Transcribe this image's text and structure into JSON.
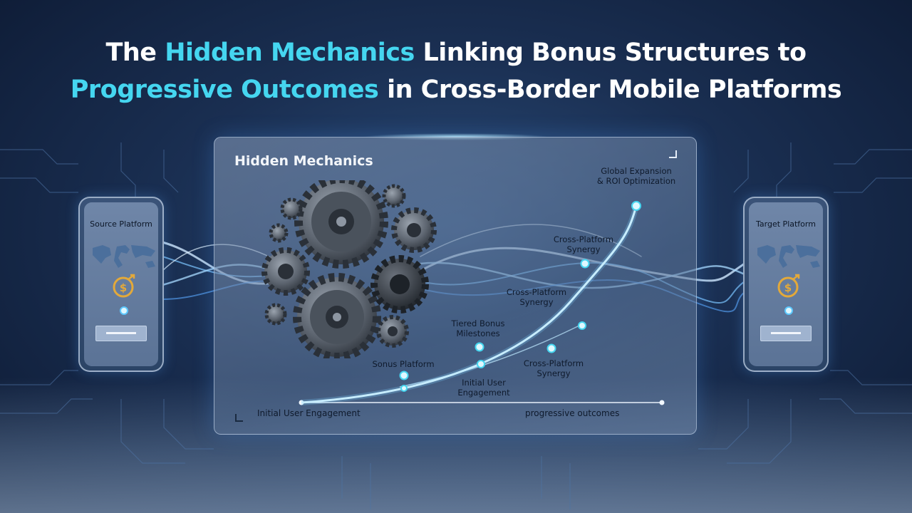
{
  "title": {
    "line1_highlight": "Hidden Mechanics",
    "line1_rest": "The",
    "line1_tail": "Linking Bonus Structures to",
    "line2_highlight": "Progressive Outcomes",
    "line2_tail": "in Cross-Border Mobile Platforms"
  },
  "panel": {
    "title": "Hidden Mechanics",
    "labels": {
      "global": "Global Expansion & ROI Optimization",
      "synergy_top": "Cross-Platform Synergy",
      "synergy_mid": "Cross-Platform Synergy",
      "tiered": "Tiered Bonus Milestones",
      "sonus": "Sonus Platform",
      "initial": "Initial User Engagement",
      "synergy_low": "Cross-Platform Synergy"
    },
    "axis_left": "Initial User Engagement",
    "axis_right": "progressive outcomes"
  },
  "phones": {
    "source": "Source Platform",
    "target": "Target Platform"
  },
  "colors": {
    "accent": "#45d6f0",
    "node": "#8fe6ff"
  },
  "icons": [
    "gears-cluster-icon",
    "world-map-icon",
    "dollar-growth-icon"
  ]
}
